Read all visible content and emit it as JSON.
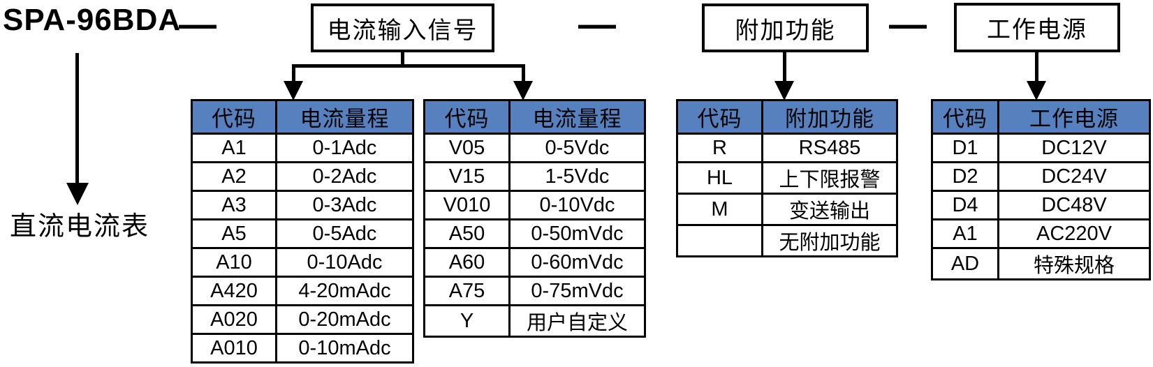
{
  "title": "SPA-96BDA",
  "subtitle": "直流电流表",
  "separator": "—",
  "colors": {
    "header_bg": "#5781be",
    "line": "#000000",
    "background": "#ffffff"
  },
  "boxes": [
    {
      "label": "电流输入信号"
    },
    {
      "label": "附加功能"
    },
    {
      "label": "工作电源"
    }
  ],
  "tables": [
    {
      "name": "current-range-table-a",
      "headers": [
        "代码",
        "电流量程"
      ],
      "rows": [
        [
          "A1",
          "0-1Adc"
        ],
        [
          "A2",
          "0-2Adc"
        ],
        [
          "A3",
          "0-3Adc"
        ],
        [
          "A5",
          "0-5Adc"
        ],
        [
          "A10",
          "0-10Adc"
        ],
        [
          "A420",
          "4-20mAdc"
        ],
        [
          "A020",
          "0-20mAdc"
        ],
        [
          "A010",
          "0-10mAdc"
        ]
      ]
    },
    {
      "name": "current-range-table-v",
      "headers": [
        "代码",
        "电流量程"
      ],
      "rows": [
        [
          "V05",
          "0-5Vdc"
        ],
        [
          "V15",
          "1-5Vdc"
        ],
        [
          "V010",
          "0-10Vdc"
        ],
        [
          "A50",
          "0-50mVdc"
        ],
        [
          "A60",
          "0-60mVdc"
        ],
        [
          "A75",
          "0-75mVdc"
        ],
        [
          "Y",
          "用户自定义"
        ]
      ]
    },
    {
      "name": "additional-function-table",
      "headers": [
        "代码",
        "附加功能"
      ],
      "rows": [
        [
          "R",
          "RS485"
        ],
        [
          "HL",
          "上下限报警"
        ],
        [
          "M",
          "变送输出"
        ],
        [
          "",
          "无附加功能"
        ]
      ]
    },
    {
      "name": "power-supply-table",
      "headers": [
        "代码",
        "工作电源"
      ],
      "rows": [
        [
          "D1",
          "DC12V"
        ],
        [
          "D2",
          "DC24V"
        ],
        [
          "D4",
          "DC48V"
        ],
        [
          "A1",
          "AC220V"
        ],
        [
          "AD",
          "特殊规格"
        ]
      ]
    }
  ]
}
